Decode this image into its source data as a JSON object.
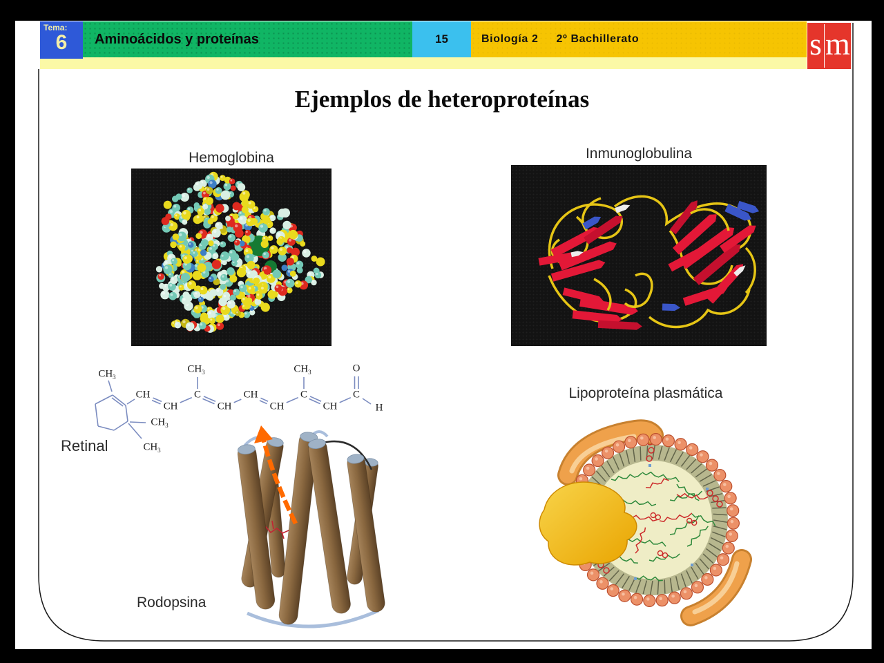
{
  "header": {
    "tema_label": "Tema:",
    "tema_number": "6",
    "title": "Aminoácidos y proteínas",
    "page": "15",
    "course": "Biología 2",
    "grade": "2º Bachillerato",
    "logo_letters": [
      "s",
      "m"
    ],
    "colors": {
      "tema_bg": "#2E59D8",
      "title_bg": "#10B564",
      "page_bg": "#3BC0EE",
      "course_bg": "#F6C402",
      "strip_bg": "#FBF9A6",
      "logo_bg": "#E5352B"
    }
  },
  "slide": {
    "title": "Ejemplos de heteroproteínas"
  },
  "figures": [
    {
      "id": "hemoglobina",
      "label": "Hemoglobina"
    },
    {
      "id": "inmunoglobulina",
      "label": "Inmunoglobulina"
    },
    {
      "id": "retinal",
      "label": "Retinal"
    },
    {
      "id": "rodopsina",
      "label": "Rodopsina"
    },
    {
      "id": "lipoproteina",
      "label": "Lipoproteína plasmática"
    }
  ],
  "retinal_structure": {
    "ring_methyl": "CH3",
    "gem_methyls": [
      "CH3",
      "CH3"
    ],
    "chain": [
      "CH",
      "CH",
      "C",
      "CH",
      "CH",
      "CH",
      "C",
      "CH",
      "C"
    ],
    "branch_methyls": [
      "CH3",
      "CH3"
    ],
    "aldehyde_oxygen": "O",
    "aldehyde_hydrogen": "H"
  }
}
